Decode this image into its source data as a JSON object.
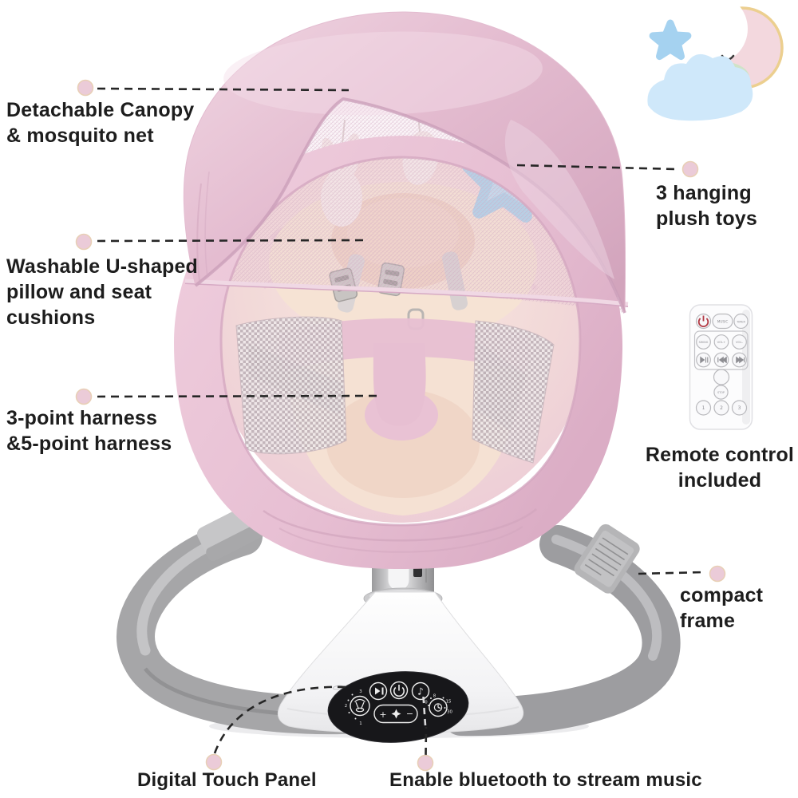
{
  "labels": {
    "canopy": {
      "line1": "Detachable Canopy",
      "line2": "& mosquito net"
    },
    "pillow": {
      "line1": "Washable U-shaped",
      "line2": "pillow and seat",
      "line3": "cushions"
    },
    "harness": {
      "line1": "3-point harness",
      "line2": "&5-point harness"
    },
    "toys": {
      "line1": "3 hanging",
      "line2": "plush toys"
    },
    "remote": {
      "line1": "Remote control",
      "line2": "included"
    },
    "frame": {
      "line1": "compact",
      "line2": "frame"
    },
    "touch_panel_label": "Digital Touch Panel",
    "bluetooth_label": "Enable bluetooth to stream music"
  },
  "remote_control": {
    "music": "MUSIC",
    "timer": "TIMER",
    "swing": "SWING",
    "vol_up": "VOL+",
    "vol_down": "VOL-",
    "stop": "STOP",
    "preset1": "1",
    "preset2": "2",
    "preset3": "3"
  },
  "touch_panel": {
    "speed_marks": [
      "1",
      "2",
      "3"
    ],
    "timer_marks": [
      "0",
      "8",
      "15",
      "30"
    ],
    "plus": "+",
    "minus": "−",
    "music_note": "♪"
  },
  "colors": {
    "canopy_pink": "#e3bcd0",
    "seat_pink": "#eac6d8",
    "pillow_cream": "#f6e3d4",
    "frame_gray": "#a4a4a6",
    "panel_black": "#17171a",
    "star_blue": "#abd3ea",
    "cloud_blue": "#cfe8fa",
    "moon_pink": "#f3d8de",
    "callout_dot": "#eac9d6",
    "line_dark": "#262626",
    "text": "#1d1d1d"
  }
}
